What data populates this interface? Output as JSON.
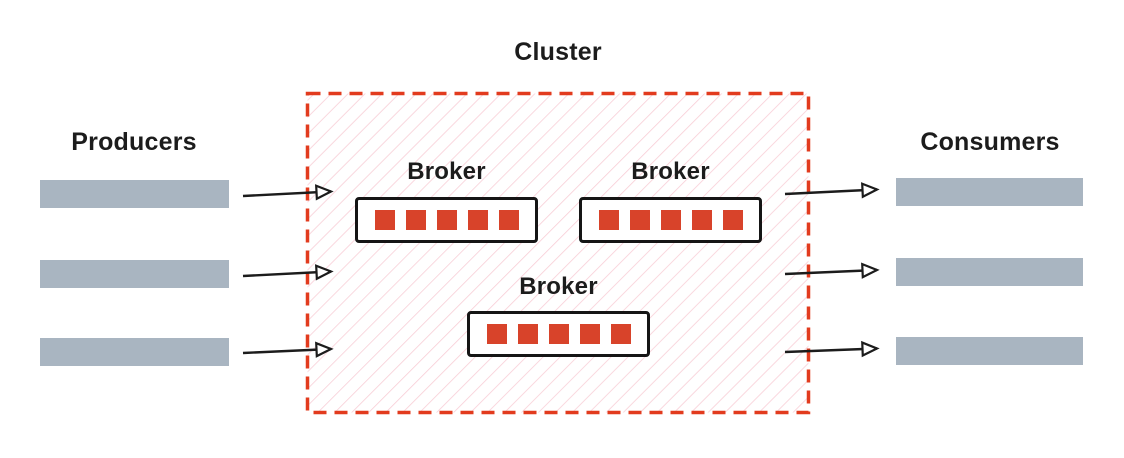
{
  "cluster": {
    "label": "Cluster",
    "brokers": [
      {
        "label": "Broker",
        "partitions": 5
      },
      {
        "label": "Broker",
        "partitions": 5
      },
      {
        "label": "Broker",
        "partitions": 5
      }
    ]
  },
  "producers": {
    "label": "Producers",
    "streams": 3
  },
  "consumers": {
    "label": "Consumers",
    "streams": 3
  },
  "flows": {
    "producer_arrows": 3,
    "consumer_arrows": 3
  },
  "colors": {
    "accent-red": "#e23b1e",
    "partition-red": "#d8432a",
    "hatch-pink": "#f8ced6",
    "bar-gray": "#a9b5c1",
    "ink": "#1c1c1c"
  }
}
